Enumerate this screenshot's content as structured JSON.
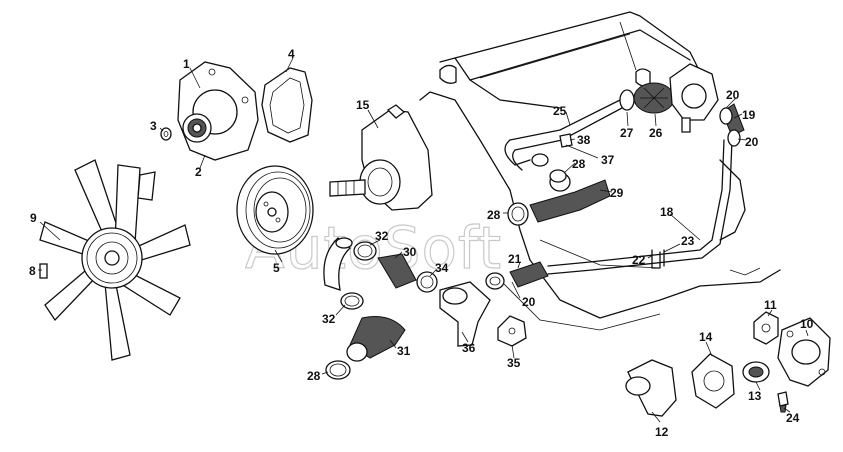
{
  "watermark": "AutoSoft",
  "callouts": {
    "n1": "1",
    "n2": "2",
    "n3": "3",
    "n4": "4",
    "n5": "5",
    "n8": "8",
    "n9": "9",
    "n10": "10",
    "n11": "11",
    "n12": "12",
    "n13": "13",
    "n14": "14",
    "n15": "15",
    "n18": "18",
    "n19": "19",
    "n20a": "20",
    "n20b": "20",
    "n20c": "20",
    "n21": "21",
    "n22": "22",
    "n23": "23",
    "n24": "24",
    "n25": "25",
    "n26": "26",
    "n27": "27",
    "n28a": "28",
    "n28b": "28",
    "n28c": "28",
    "n29": "29",
    "n30": "30",
    "n31": "31",
    "n32a": "32",
    "n32b": "32",
    "n34": "34",
    "n35": "35",
    "n36": "36",
    "n37": "37",
    "n38": "38"
  }
}
